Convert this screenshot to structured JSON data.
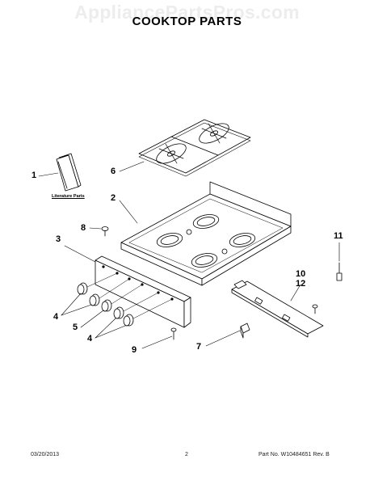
{
  "watermark": "AppliancePartsPros.com",
  "title": "COOKTOP PARTS",
  "literature_label": "Literature Parts",
  "callouts": {
    "c1": "1",
    "c2": "2",
    "c3": "3",
    "c4a": "4",
    "c4b": "4",
    "c5": "5",
    "c6": "6",
    "c7": "7",
    "c8": "8",
    "c9": "9",
    "c10": "10",
    "c11": "11",
    "c12": "12"
  },
  "footer": {
    "date": "03/20/2013",
    "page": "2",
    "part_no": "Part No.  W10484651  Rev.  B"
  }
}
